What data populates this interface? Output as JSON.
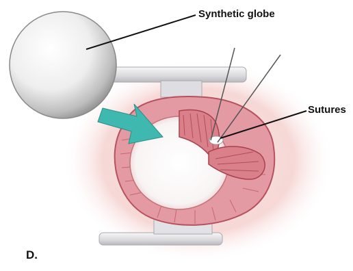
{
  "labels": {
    "synthetic_globe": "Synthetic globe",
    "sutures": "Sutures",
    "panel": "D."
  },
  "colors": {
    "tissue_halo": "#f6d8d6",
    "muscle": "#d9808a",
    "muscle_dark": "#b8505e",
    "globe_light": "#fbfbfb",
    "globe_shadow": "#9a9a9a",
    "arrow": "#3fb8b0",
    "retractor": "#e8e8ea"
  }
}
